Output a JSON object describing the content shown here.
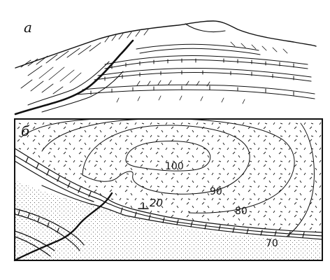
{
  "panels": {
    "a": {
      "label": "а"
    },
    "b": {
      "label": "б"
    }
  },
  "contours": [
    {
      "label": "100"
    },
    {
      "label": "90"
    },
    {
      "label": "80"
    },
    {
      "label": "70"
    }
  ],
  "dip": {
    "label": "20"
  }
}
